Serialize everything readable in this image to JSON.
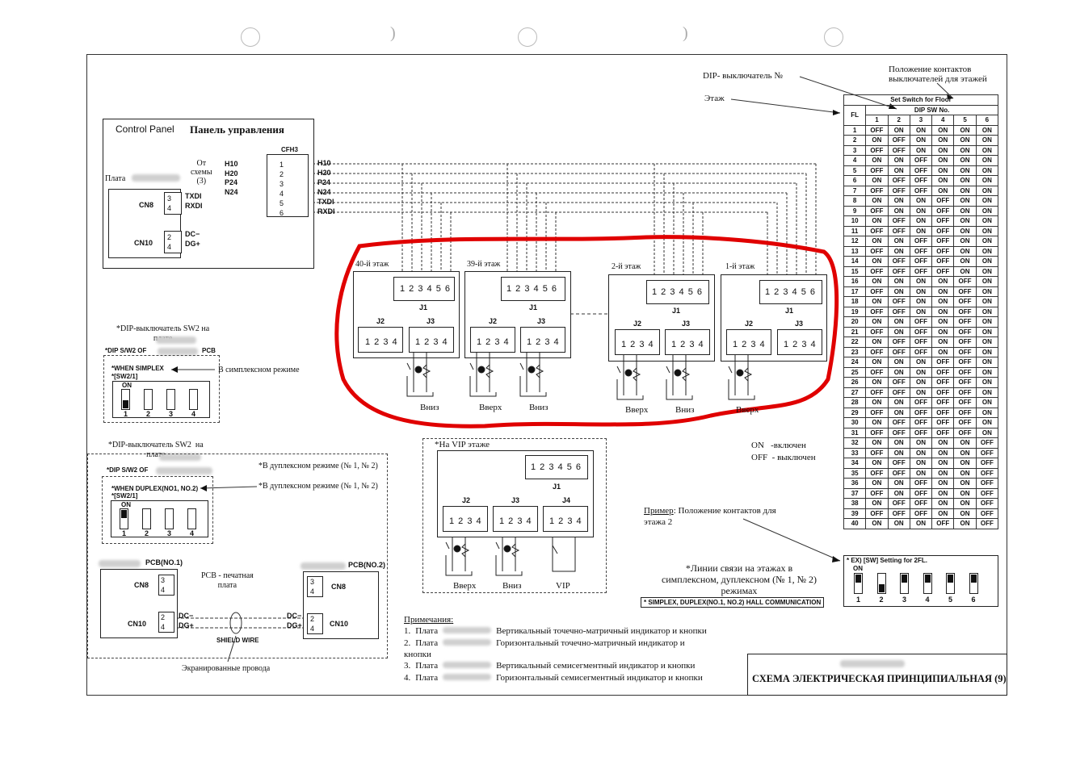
{
  "panel": {
    "title_en": "Control Panel",
    "title_ru": "Панель управления",
    "from_scheme": "От\nсхемы\n(3)",
    "board_label": "Плата",
    "cfh3": "CFH3",
    "inputs": [
      "H10",
      "H20",
      "P24",
      "N24"
    ],
    "cfh_pins": [
      "1",
      "2",
      "3",
      "4",
      "5",
      "6"
    ],
    "cn8": "CN8",
    "cn8_pins": [
      "3",
      "4"
    ],
    "txd": "TXDI",
    "rxd": "RXDI",
    "cn10": "CN10",
    "cn10_pins": [
      "2",
      "4"
    ],
    "dc_minus": "DC−",
    "dc_plus": "DG+",
    "bus": [
      "H10",
      "H20",
      "P24",
      "N24",
      "TXDI",
      "RXDI"
    ]
  },
  "floors": [
    {
      "title": "40-й этаж",
      "j1": "J1",
      "j2": "J2",
      "j3": "J3",
      "pins6": "1 2 3 4 5 6",
      "pins4": "1 2 3 4",
      "btn_labels": [
        "Вниз"
      ]
    },
    {
      "title": "39-й этаж",
      "j1": "J1",
      "j2": "J2",
      "j3": "J3",
      "pins6": "1 2 3 4 5 6",
      "pins4": "1 2 3 4",
      "btn_labels": [
        "Вверх",
        "Вниз"
      ]
    },
    {
      "title": "2-й этаж",
      "j1": "J1",
      "j2": "J2",
      "j3": "J3",
      "pins6": "1 2 3 4 5 6",
      "pins4": "1 2 3 4",
      "btn_labels": [
        "Вверх",
        "Вниз"
      ]
    },
    {
      "title": "1-й этаж",
      "j1": "J1",
      "j2": "J2",
      "j3": "J3",
      "pins6": "1 2 3 4 5 6",
      "pins4": "1 2 3 4",
      "btn_labels": [
        "Вверх"
      ]
    }
  ],
  "callouts": {
    "dip_sw_no": "DIP- выключатель №",
    "floor": "Этаж",
    "contact_pos": "Положение контактов\nвыключателей для этажей"
  },
  "table": {
    "title": "Set Switch for Floor",
    "fl": "FL",
    "sw_header": "DIP SW No.",
    "cols": [
      "1",
      "2",
      "3",
      "4",
      "5",
      "6"
    ],
    "rows": [
      [
        "1",
        "OFF",
        "ON",
        "ON",
        "ON",
        "ON",
        "ON"
      ],
      [
        "2",
        "ON",
        "OFF",
        "ON",
        "ON",
        "ON",
        "ON"
      ],
      [
        "3",
        "OFF",
        "OFF",
        "ON",
        "ON",
        "ON",
        "ON"
      ],
      [
        "4",
        "ON",
        "ON",
        "OFF",
        "ON",
        "ON",
        "ON"
      ],
      [
        "5",
        "OFF",
        "ON",
        "OFF",
        "ON",
        "ON",
        "ON"
      ],
      [
        "6",
        "ON",
        "OFF",
        "OFF",
        "ON",
        "ON",
        "ON"
      ],
      [
        "7",
        "OFF",
        "OFF",
        "OFF",
        "ON",
        "ON",
        "ON"
      ],
      [
        "8",
        "ON",
        "ON",
        "ON",
        "OFF",
        "ON",
        "ON"
      ],
      [
        "9",
        "OFF",
        "ON",
        "ON",
        "OFF",
        "ON",
        "ON"
      ],
      [
        "10",
        "ON",
        "OFF",
        "ON",
        "OFF",
        "ON",
        "ON"
      ],
      [
        "11",
        "OFF",
        "OFF",
        "ON",
        "OFF",
        "ON",
        "ON"
      ],
      [
        "12",
        "ON",
        "ON",
        "OFF",
        "OFF",
        "ON",
        "ON"
      ],
      [
        "13",
        "OFF",
        "ON",
        "OFF",
        "OFF",
        "ON",
        "ON"
      ],
      [
        "14",
        "ON",
        "OFF",
        "OFF",
        "OFF",
        "ON",
        "ON"
      ],
      [
        "15",
        "OFF",
        "OFF",
        "OFF",
        "OFF",
        "ON",
        "ON"
      ],
      [
        "16",
        "ON",
        "ON",
        "ON",
        "ON",
        "OFF",
        "ON"
      ],
      [
        "17",
        "OFF",
        "ON",
        "ON",
        "ON",
        "OFF",
        "ON"
      ],
      [
        "18",
        "ON",
        "OFF",
        "ON",
        "ON",
        "OFF",
        "ON"
      ],
      [
        "19",
        "OFF",
        "OFF",
        "ON",
        "ON",
        "OFF",
        "ON"
      ],
      [
        "20",
        "ON",
        "ON",
        "OFF",
        "ON",
        "OFF",
        "ON"
      ],
      [
        "21",
        "OFF",
        "ON",
        "OFF",
        "ON",
        "OFF",
        "ON"
      ],
      [
        "22",
        "ON",
        "OFF",
        "OFF",
        "ON",
        "OFF",
        "ON"
      ],
      [
        "23",
        "OFF",
        "OFF",
        "OFF",
        "ON",
        "OFF",
        "ON"
      ],
      [
        "24",
        "ON",
        "ON",
        "ON",
        "OFF",
        "OFF",
        "ON"
      ],
      [
        "25",
        "OFF",
        "ON",
        "ON",
        "OFF",
        "OFF",
        "ON"
      ],
      [
        "26",
        "ON",
        "OFF",
        "ON",
        "OFF",
        "OFF",
        "ON"
      ],
      [
        "27",
        "OFF",
        "OFF",
        "ON",
        "OFF",
        "OFF",
        "ON"
      ],
      [
        "28",
        "ON",
        "ON",
        "OFF",
        "OFF",
        "OFF",
        "ON"
      ],
      [
        "29",
        "OFF",
        "ON",
        "OFF",
        "OFF",
        "OFF",
        "ON"
      ],
      [
        "30",
        "ON",
        "OFF",
        "OFF",
        "OFF",
        "OFF",
        "ON"
      ],
      [
        "31",
        "OFF",
        "OFF",
        "OFF",
        "OFF",
        "OFF",
        "ON"
      ],
      [
        "32",
        "ON",
        "ON",
        "ON",
        "ON",
        "ON",
        "OFF"
      ],
      [
        "33",
        "OFF",
        "ON",
        "ON",
        "ON",
        "ON",
        "OFF"
      ],
      [
        "34",
        "ON",
        "OFF",
        "ON",
        "ON",
        "ON",
        "OFF"
      ],
      [
        "35",
        "OFF",
        "OFF",
        "ON",
        "ON",
        "ON",
        "OFF"
      ],
      [
        "36",
        "ON",
        "ON",
        "OFF",
        "ON",
        "ON",
        "OFF"
      ],
      [
        "37",
        "OFF",
        "ON",
        "OFF",
        "ON",
        "ON",
        "OFF"
      ],
      [
        "38",
        "ON",
        "OFF",
        "OFF",
        "ON",
        "ON",
        "OFF"
      ],
      [
        "39",
        "OFF",
        "OFF",
        "OFF",
        "ON",
        "ON",
        "OFF"
      ],
      [
        "40",
        "ON",
        "ON",
        "ON",
        "OFF",
        "ON",
        "OFF"
      ]
    ]
  },
  "example": {
    "label": "* EX) [SW] Setting for 2FL.",
    "states": [
      "ON",
      "OFF",
      "ON",
      "ON",
      "ON",
      "ON"
    ],
    "on": "ON",
    "nums": [
      "1",
      "2",
      "3",
      "4",
      "5",
      "6"
    ]
  },
  "legend": {
    "on": "ON   -включен",
    "off": "OFF  - выключен",
    "example_word": "Пример",
    "example_text": ": Положение контактов для\nэтажа 2",
    "comm_note": "*Линии связи на этажах в\nсимплексном, дуплексном (№ 1, № 2)\nрежимах",
    "comm_box": "* SIMPLEX, DUPLEX(NO.1, NO.2) HALL COMMUNICATION"
  },
  "simplex": {
    "note": "*DIP-выключатель SW2 на\nплате",
    "dip_label": "*DIP S/W2 OF",
    "pcb": "PCB",
    "when": "*WHEN SIMPLEX",
    "sw": "*[SW2/1]",
    "on": "ON",
    "arrow_note": "В симплексном режиме",
    "nums": [
      "1",
      "2",
      "3",
      "4"
    ]
  },
  "duplex": {
    "note": "*DIP-выключатель SW2  на\nплате",
    "dip_label": "*DIP S/W2 OF",
    "when": "*WHEN DUPLEX(NO1, NO.2)",
    "sw": "*[SW2/1]",
    "on": "ON",
    "note1": "*В дуплексном режиме (№ 1, № 2)",
    "note2": "*В дуплексном режиме (№ 1, № 2)",
    "nums": [
      "1",
      "2",
      "3",
      "4"
    ],
    "pcb1": "PCB(NO.1)",
    "pcb2": "PCB(NO.2)",
    "pcb_note": "PCB - печатная\nплата",
    "cn8": "CN8",
    "cn10": "CN10",
    "pins_a": [
      "3",
      "4"
    ],
    "pins_b": [
      "2",
      "4"
    ],
    "dc_minus": "DC−",
    "dc_plus": "DG+",
    "shield": "SHIELD WIRE",
    "shield_ru": "Экранированные провода"
  },
  "vip": {
    "title": "*На VIP этаже",
    "j1": "J1",
    "j2": "J2",
    "j3": "J3",
    "j4": "J4",
    "pins6": "1 2 3 4 5 6",
    "pins4": "1 2 3 4",
    "labels": [
      "Вверх",
      "Вниз",
      "VIP"
    ]
  },
  "notes": {
    "title": "Примечания",
    "items": [
      {
        "n": "1.",
        "a": "Плата",
        "b": "Вертикальный точечно-матричный индикатор и кнопки"
      },
      {
        "n": "2.",
        "a": "Плата",
        "b": "Горизонтальный точечно-матричный индикатор и\nкнопки"
      },
      {
        "n": "3.",
        "a": "Плата",
        "b": "Вертикальный семисегментный индикатор и кнопки"
      },
      {
        "n": "4.",
        "a": "Плата",
        "b": "Горизонтальный семисегментный индикатор и кнопки"
      }
    ]
  },
  "titleblock": {
    "title": "СХЕМА ЭЛЕКТРИЧЕСКАЯ ПРИНЦИПИАЛЬНАЯ (9)"
  }
}
